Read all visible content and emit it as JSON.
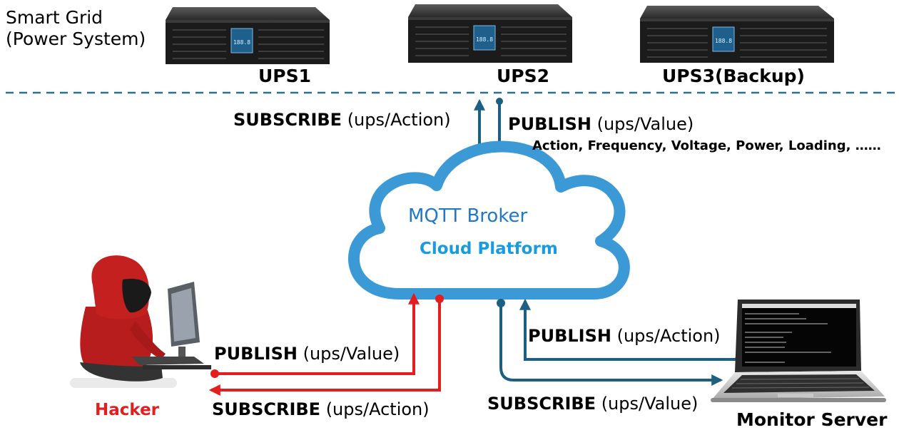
{
  "system": {
    "title_line1": "Smart Grid",
    "title_line2": "(Power System)"
  },
  "ups_units": [
    {
      "label": "UPS1",
      "screen": "188.8"
    },
    {
      "label": "UPS2",
      "screen": "188.8"
    },
    {
      "label": "UPS3(Backup)",
      "screen": "188.8"
    }
  ],
  "ups_flow": {
    "subscribe_keyword": "SUBSCRIBE",
    "subscribe_topic": " (ups/Action)",
    "publish_keyword": "PUBLISH",
    "publish_topic": " (ups/Value)",
    "fields": "Action, Frequency, Voltage, Power, Loading, ……"
  },
  "cloud": {
    "broker": "MQTT Broker",
    "platform": "Cloud Platform"
  },
  "hacker": {
    "label": "Hacker",
    "publish_keyword": "PUBLISH",
    "publish_topic": " (ups/Value)",
    "subscribe_keyword": "SUBSCRIBE",
    "subscribe_topic": " (ups/Action)"
  },
  "monitor": {
    "label": "Monitor Server",
    "publish_keyword": "PUBLISH",
    "publish_topic": " (ups/Action)",
    "subscribe_keyword": "SUBSCRIBE",
    "subscribe_topic": " (ups/Value)"
  },
  "colors": {
    "ups_flow": "#1d5f80",
    "hacker_flow": "#e41e1e",
    "cloud_stroke": "#3b9ad6",
    "divider": "#2e6f8a"
  }
}
